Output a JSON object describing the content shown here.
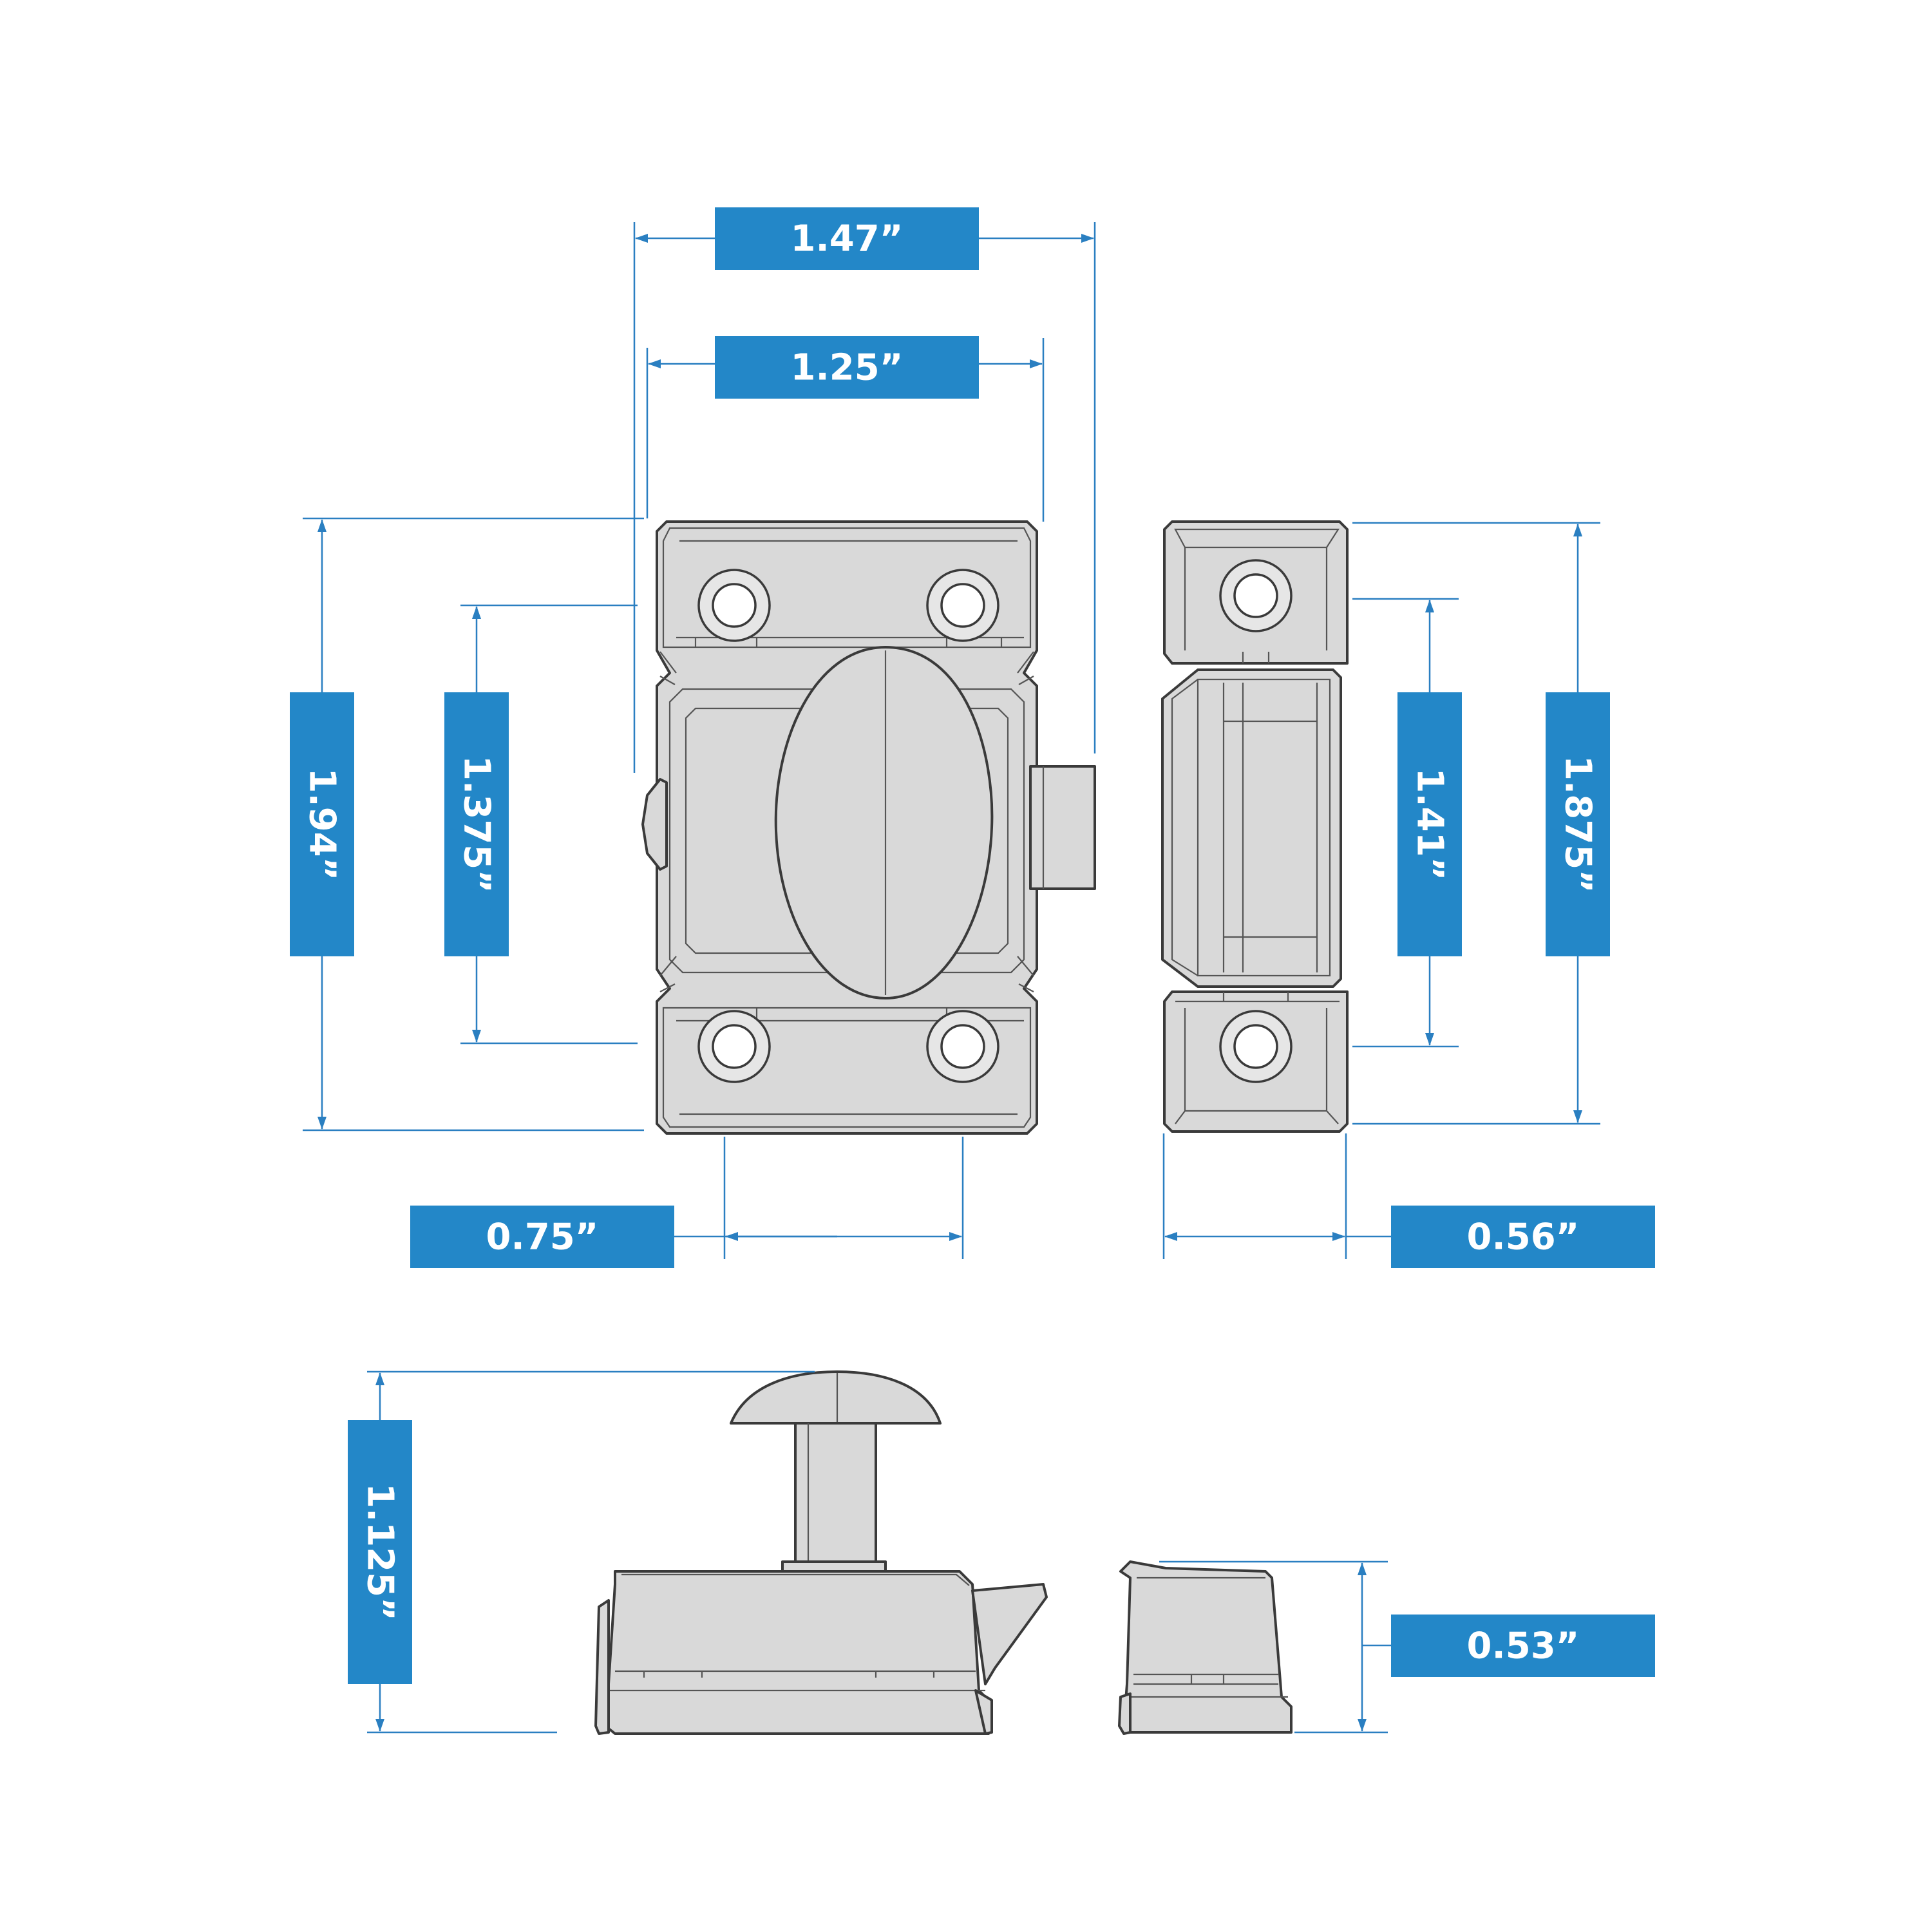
{
  "accent_color": "#2387c8",
  "part_color": "#d9d9d9",
  "dimensions": {
    "overall_width": "1.47”",
    "hole_spacing_width": "1.25”",
    "overall_height": "1.94”",
    "hole_spacing_height": "1.375”",
    "base_width": "0.75”",
    "strike_height": "1.875”",
    "strike_hole_spacing": "1.41”",
    "strike_width": "0.56”",
    "latch_side_height": "1.125”",
    "strike_side_height": "0.53”"
  }
}
